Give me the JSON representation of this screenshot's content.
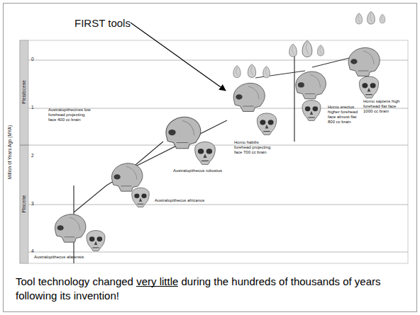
{
  "diagram": {
    "caption": "Tool technology changed very little during the hundreds of thousands of years following its invention!",
    "labels": [
      "FIRST tools",
      "Million of Years Ago (MYA)",
      "Pleistocene",
      "Pliocene",
      "0",
      "1",
      "2",
      "3",
      "4",
      "Australopithecines low forehead projecting face 400 cc brain",
      "Australopithecus robustus",
      "Australopithecus africanus",
      "Australopithecus afarensis",
      "Homo habilis forehead projecting face 700 cc brain",
      "Homo erectus higher forehead face almost flat 800 cc brain",
      "Homo sapiens high forehead flat face 1000 cc brain"
    ]
  }
}
